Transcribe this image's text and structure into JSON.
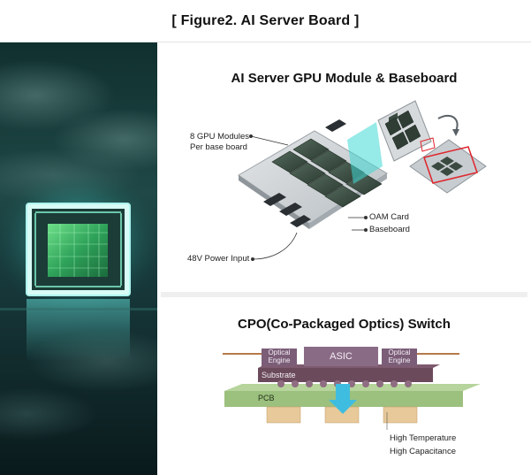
{
  "figure_title": "[ Figure2. AI Server Board ]",
  "top_section": {
    "title": "AI Server GPU Module & Baseboard",
    "labels": {
      "gpu_modules_line1": "8 GPU Modules",
      "gpu_modules_line2": "Per base board",
      "oam_card": "OAM Card",
      "baseboard": "Baseboard",
      "power_input": "48V Power Input"
    }
  },
  "bottom_section": {
    "title": "CPO(Co-Packaged Optics) Switch",
    "labels": {
      "optical_engine_left_1": "Optical",
      "optical_engine_left_2": "Engine",
      "asic": "ASIC",
      "optical_engine_right_1": "Optical",
      "optical_engine_right_2": "Engine",
      "substrate": "Substrate",
      "pcb": "PCB",
      "high_temperature": "High Temperature",
      "high_capacitance": "High Capacitance"
    }
  },
  "colors": {
    "highlight_red": "#e0242c",
    "teal_accent": "#35d3d0",
    "substrate": "#6b4a5c",
    "asic": "#8a6b86",
    "pcb": "#9cc07e",
    "heat_arrow": "#3fbde0"
  }
}
